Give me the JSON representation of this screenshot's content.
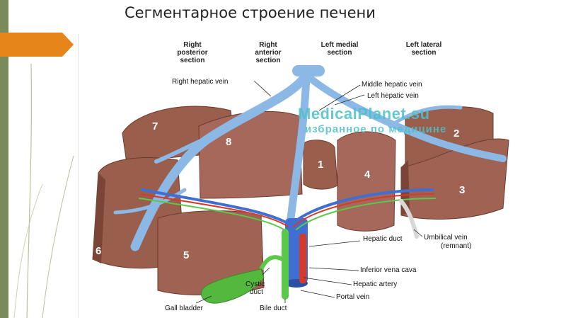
{
  "slide": {
    "title": "Сегментарное строение печени"
  },
  "sections": {
    "right_posterior": "Right posterior section",
    "right_anterior": "Right anterior section",
    "left_medial": "Left medial section",
    "left_lateral": "Left lateral section"
  },
  "labels": {
    "right_hepatic_vein": "Right hepatic vein",
    "middle_hepatic_vein": "Middle hepatic vein",
    "left_hepatic_vein": "Left hepatic vein",
    "umbilical_vein": "Umbilical vein",
    "umbilical_remnant": "(remnant)",
    "hepatic_duct": "Hepatic duct",
    "inferior_vena_cava": "Inferior vena cava",
    "hepatic_artery": "Hepatic artery",
    "portal_vein": "Portal vein",
    "cystic_duct_1": "Cystic",
    "cystic_duct_2": "duct",
    "gall_bladder": "Gall bladder",
    "bile_duct": "Bile duct"
  },
  "segments": {
    "s1": "1",
    "s2": "2",
    "s3": "3",
    "s4": "4",
    "s5": "5",
    "s6": "6",
    "s7": "7",
    "s8": "8"
  },
  "watermark": {
    "line1": "MedicalPlanet.su",
    "line2": "избранное по медицине"
  },
  "colors": {
    "liver": "#9a5e4c",
    "liver_dark": "#7a4536",
    "vein": "#8cb8e6",
    "vena_cava": "#3f6fd0",
    "artery": "#d83a2a",
    "bile": "#5cc84a",
    "accent_arrow": "#e5851a",
    "left_strip": "#7a8a5a"
  }
}
